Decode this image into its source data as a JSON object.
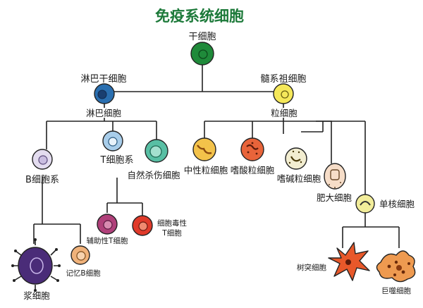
{
  "title": "免疫系统细胞",
  "cells": {
    "stem": "干细胞",
    "lymphoid_stem": "淋巴干细胞",
    "myeloid_stem": "髓系祖细胞",
    "lymphocyte": "淋巴细胞",
    "granulocyte": "粒细胞",
    "b_line": "B细胞系",
    "t_line": "T细胞系",
    "nk": "自然杀伤细胞",
    "neutrophil": "中性粒细胞",
    "eosinophil": "嗜酸粒细胞",
    "basophil": "嗜碱粒细胞",
    "mast": "肥大细胞",
    "monocyte": "单核细胞",
    "helper_t": "辅助性T细胞",
    "cytotoxic_t_line1": "细胞毒性",
    "cytotoxic_t_line2": "T细胞",
    "plasma": "浆细胞",
    "memory_b": "记忆B细胞",
    "dendritic": "树突细胞",
    "macrophage": "巨噬细胞"
  },
  "colors": {
    "title": "#1d7a3a",
    "stem": "#1f8a3a",
    "lymphoid": "#2a6fb0",
    "lymphocyte": "#a8cdea",
    "b_line": "#e3dcef",
    "nk": "#58bfa4",
    "neutrophil": "#f3c24a",
    "eosinophil": "#e8643a",
    "basophil": "#f2edd0",
    "mast": "#f6ddc8",
    "monocyte": "#f2ed9a",
    "helper_t": "#b0407a",
    "cytotoxic_t": "#e03a2a",
    "plasma": "#4a2c78",
    "memory_b": "#f0b27a",
    "dendritic": "#e8582a",
    "macrophage": "#ee9a50"
  }
}
